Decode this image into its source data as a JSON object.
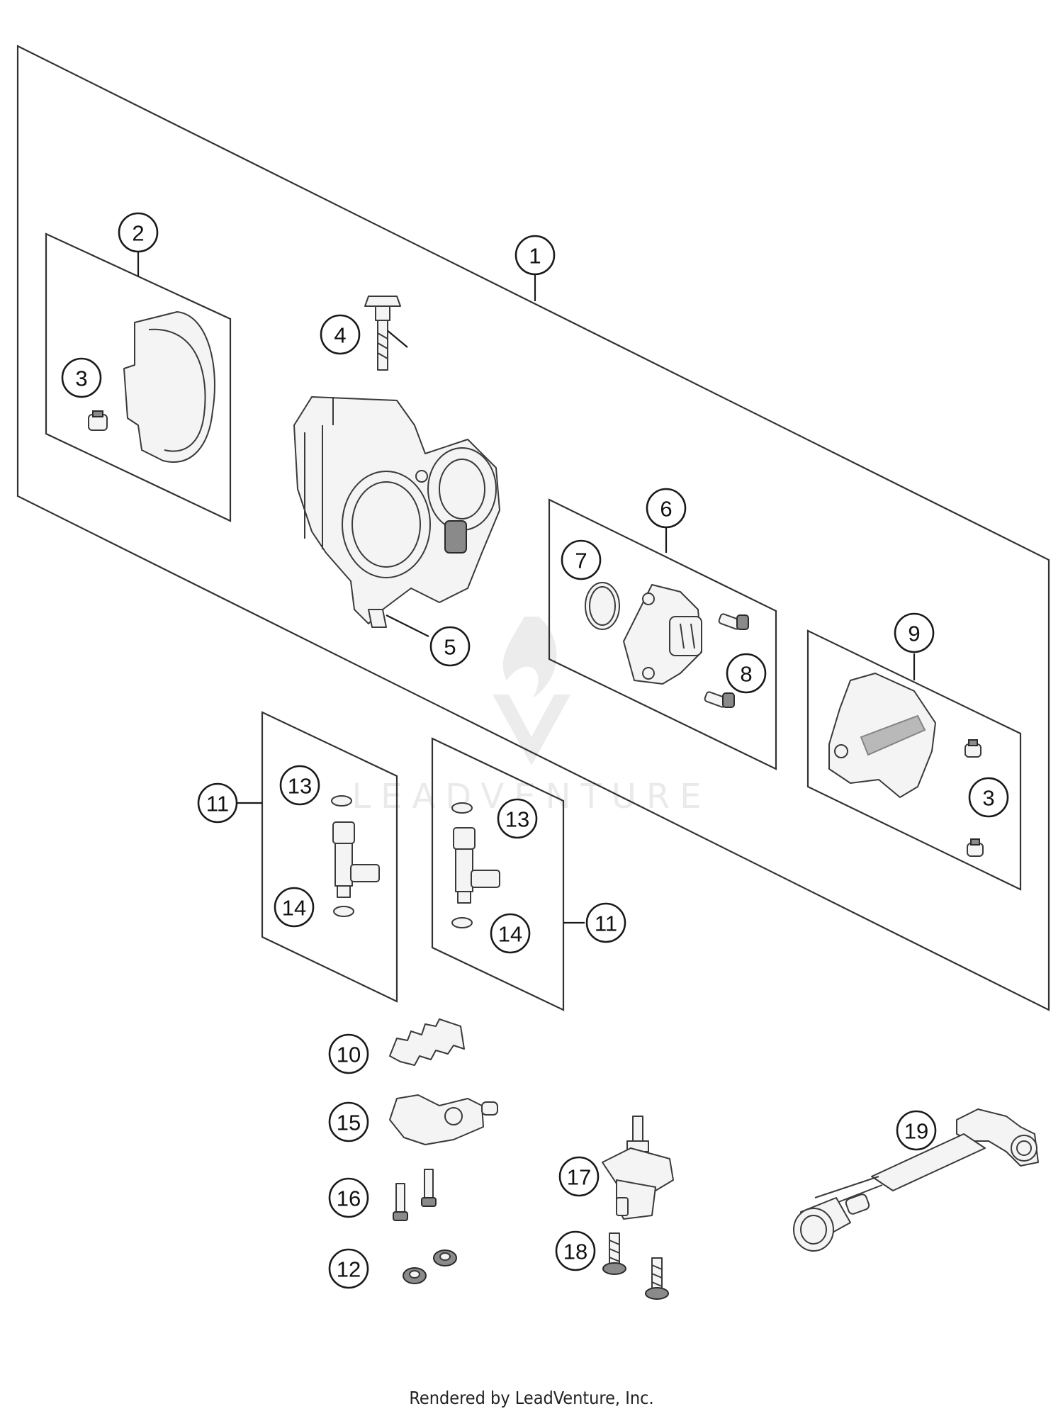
{
  "callouts": {
    "c1": "1",
    "c2": "2",
    "c3a": "3",
    "c3b": "3",
    "c4": "4",
    "c5": "5",
    "c6": "6",
    "c7": "7",
    "c8": "8",
    "c9": "9",
    "c10": "10",
    "c11a": "11",
    "c11b": "11",
    "c12": "12",
    "c13a": "13",
    "c13b": "13",
    "c14a": "14",
    "c14b": "14",
    "c15": "15",
    "c16": "16",
    "c17": "17",
    "c18": "18",
    "c19": "19"
  },
  "watermark": "LEADVENTURE",
  "footer": "Rendered by LeadVenture, Inc.",
  "colors": {
    "line": "#1a1a1a",
    "part_fill": "#f4f4f4",
    "watermark": "#d9d9d9"
  }
}
